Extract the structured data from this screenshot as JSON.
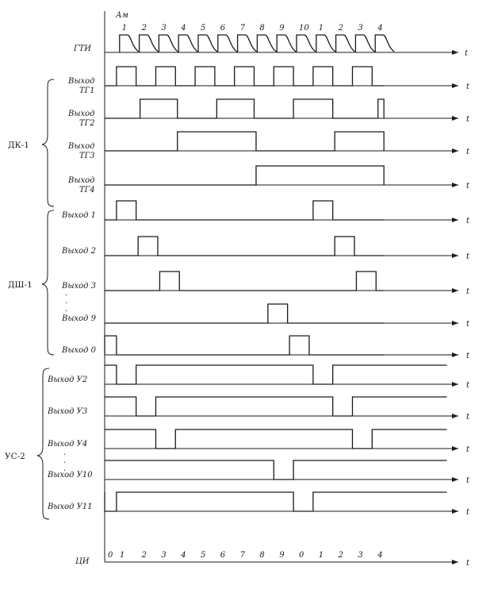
{
  "axis_symbol": "t",
  "header": {
    "top_label": "Ам"
  },
  "gti_label": "ГТИ",
  "ci_label": "ЦИ",
  "pulse_numbers": [
    "1",
    "2",
    "3",
    "4",
    "5",
    "6",
    "7",
    "8",
    "9",
    "10",
    "1",
    "2",
    "3",
    "4"
  ],
  "ci_numbers": [
    "0",
    "1",
    "2",
    "3",
    "4",
    "5",
    "6",
    "7",
    "8",
    "9",
    "0",
    "1",
    "2",
    "3",
    "4"
  ],
  "groups": [
    {
      "name": "ДК-1"
    },
    {
      "name": "ДШ-1"
    },
    {
      "name": "УС-2"
    }
  ],
  "dk_signals": [
    {
      "label1": "Выход",
      "label2": "ТГ1"
    },
    {
      "label1": "Выход",
      "label2": "ТГ2"
    },
    {
      "label1": "Выход",
      "label2": "ТГ3"
    },
    {
      "label1": "Выход",
      "label2": "ТГ4"
    }
  ],
  "dsh_signals": [
    {
      "label": "Выход 1"
    },
    {
      "label": "Выход 2"
    },
    {
      "label": "Выход 3"
    },
    {
      "label": "Выход 9"
    },
    {
      "label": "Выход 0"
    }
  ],
  "us_signals": [
    {
      "label": "Выход У2"
    },
    {
      "label": "Выход У3"
    },
    {
      "label": "Выход У4"
    },
    {
      "label": "Выход У10"
    },
    {
      "label": "Выход У11"
    }
  ]
}
